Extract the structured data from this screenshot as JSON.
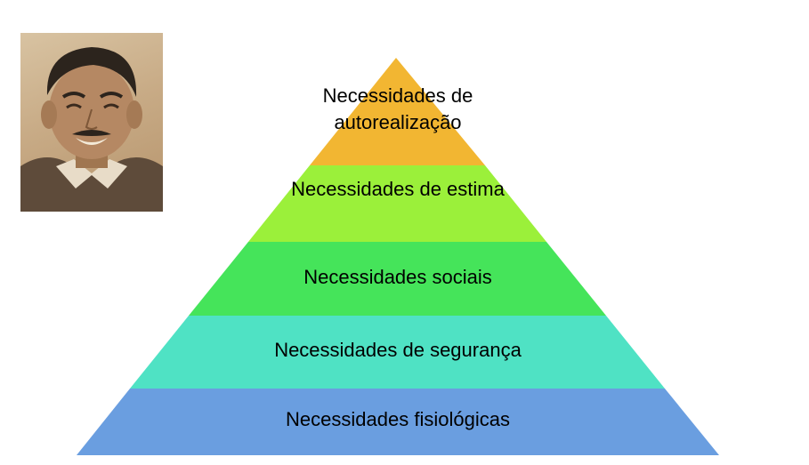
{
  "pyramid": {
    "levels": [
      {
        "label": "Necessidades de autorealização",
        "color": "#f2b632"
      },
      {
        "label": "Necessidades de estima",
        "color": "#9bf03a"
      },
      {
        "label": "Necessidades sociais",
        "color": "#45e45a"
      },
      {
        "label": "Necessidades de segurança",
        "color": "#4fe2c4"
      },
      {
        "label": "Necessidades fisiológicas",
        "color": "#6a9ee0"
      }
    ]
  },
  "portrait": {
    "icon": "person-portrait-icon"
  }
}
